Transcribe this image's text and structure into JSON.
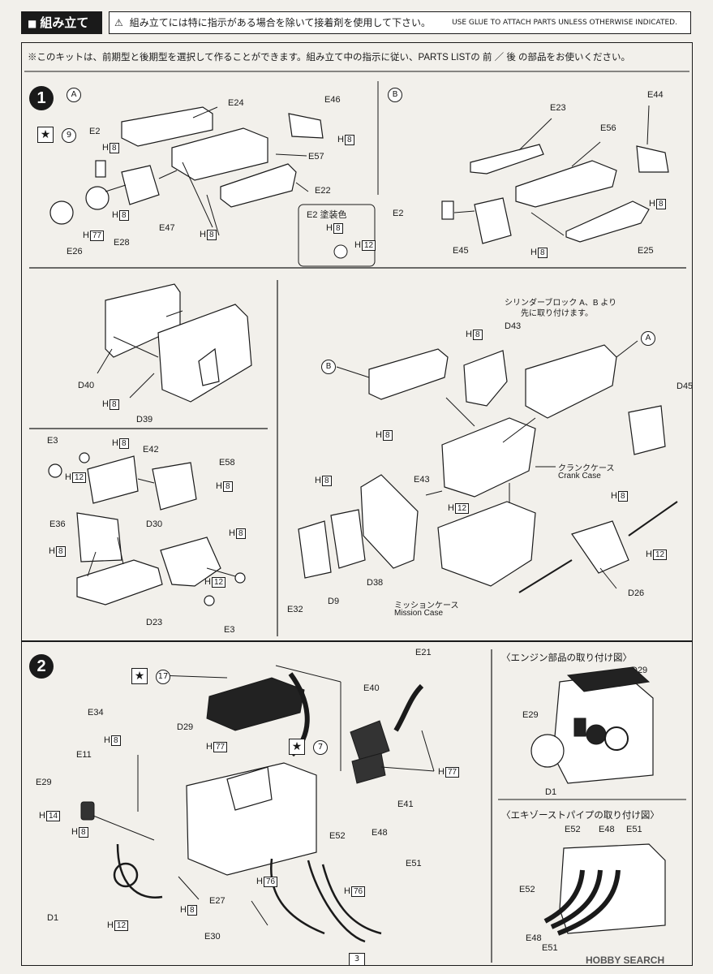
{
  "header": {
    "section_title": "組み立て",
    "warning_jp": "組み立てには特に指示がある場合を除いて接着剤を使用して下さい。",
    "warning_en": "USE GLUE TO ATTACH PARTS UNLESS OTHERWISE INDICATED."
  },
  "intro_note": "※このキットは、前期型と後期型を選択して作ることができます。組み立て中の指示に従い、PARTS LISTの 前 ／ 後 の部品をお使いください。",
  "steps": {
    "one": "1",
    "two": "2"
  },
  "variant_a": "A",
  "variant_b": "B",
  "paint_note": "E2 塗装色",
  "cylinder_note_line1": "シリンダーブロック A、B より",
  "cylinder_note_line2": "先に取り付けます。",
  "crank_case_jp": "クランクケース",
  "crank_case_en": "Crank Case",
  "mission_case_jp": "ミッションケース",
  "mission_case_en": "Mission Case",
  "engine_fit_title": "〈エンジン部品の取り付け図〉",
  "exhaust_fit_title": "〈エキゾーストパイプの取り付け図〉",
  "decals": {
    "d9": "9",
    "d17": "17",
    "d7": "7"
  },
  "glue_h": "H",
  "glue_codes": {
    "h8": "8",
    "h12": "12",
    "h77": "77",
    "h14": "14",
    "h76": "76"
  },
  "parts": {
    "E24": "E24",
    "E46": "E46",
    "E2": "E2",
    "E57": "E57",
    "E22": "E22",
    "E28": "E28",
    "E26": "E26",
    "E47": "E47",
    "E23": "E23",
    "E56": "E56",
    "E44": "E44",
    "E45": "E45",
    "E25": "E25",
    "D40": "D40",
    "D39": "D39",
    "D43": "D43",
    "D45": "D45",
    "E3": "E3",
    "E42": "E42",
    "E58": "E58",
    "E36": "E36",
    "D30": "D30",
    "D23": "D23",
    "E43": "E43",
    "E32": "E32",
    "D9": "D9",
    "D38": "D38",
    "D26": "D26",
    "E21": "E21",
    "E40": "E40",
    "E41": "E41",
    "E34": "E34",
    "E11": "E11",
    "D29": "D29",
    "E29": "E29",
    "E52": "E52",
    "E48": "E48",
    "E51": "E51",
    "D1": "D1",
    "E27": "E27",
    "E30": "E30"
  },
  "page_number": "3",
  "watermark": "HOBBY SEARCH"
}
